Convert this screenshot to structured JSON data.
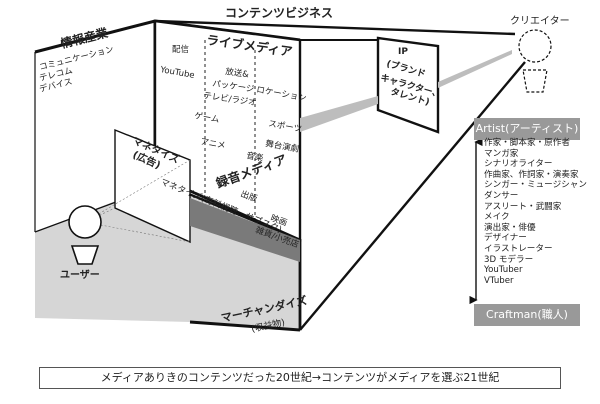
{
  "labels": {
    "creator": "クリエイター",
    "user": "ユーザー",
    "contents_business": "コンテンツビジネス",
    "info_industry": "情報産業",
    "info_items": [
      "コミュニケーション",
      "テレコム",
      "デバイス"
    ],
    "live_media": "ライブメディア",
    "recorded_media": "録音メディア",
    "monetize": "マネタイズ",
    "advertising": "(広告)",
    "monetize_paid": "マネタイズ(有料視聴、サブスク)",
    "merchandise": "マーチャンダイズ",
    "merchandise_sub": "(収益物)",
    "ip_block": [
      "IP",
      "(ブランド",
      "キャラクター、",
      "タレント)"
    ],
    "media_items": {
      "distribution": "配信",
      "youtube": "YouTube",
      "broadcast": "放送&",
      "package": "パッケージ",
      "tv_radio": "テレビ/ラジオ",
      "location": "ロケーション",
      "game": "ゲーム",
      "sports": "スポーツ",
      "anime": "アニメ",
      "stage": "舞台演劇",
      "music": "音楽",
      "publishing": "出版",
      "film": "映画",
      "goods": "雑貨/小売店"
    }
  },
  "roles": {
    "artist_label": "Artist(アーティスト)",
    "craftman_label": "Craftman(職人)",
    "items": [
      "作家・脚本家・原作者",
      "マンガ家",
      "シナリオライター",
      "作曲家、作詞家・演奏家",
      "シンガー・ミュージシャン",
      "ダンサー",
      "アスリート・武闘家",
      "メイク",
      "演出家・俳優",
      "デザイナー",
      "イラストレーター",
      "3D モデラー",
      "YouTuber",
      "VTuber"
    ]
  },
  "footer": "メディアありきのコンテンツだった20世紀→コンテンツがメディアを選ぶ21世紀",
  "colors": {
    "floor": "#d4d4d4",
    "beam": "#bbbbbb",
    "panel": "#999999",
    "line": "#111111"
  }
}
